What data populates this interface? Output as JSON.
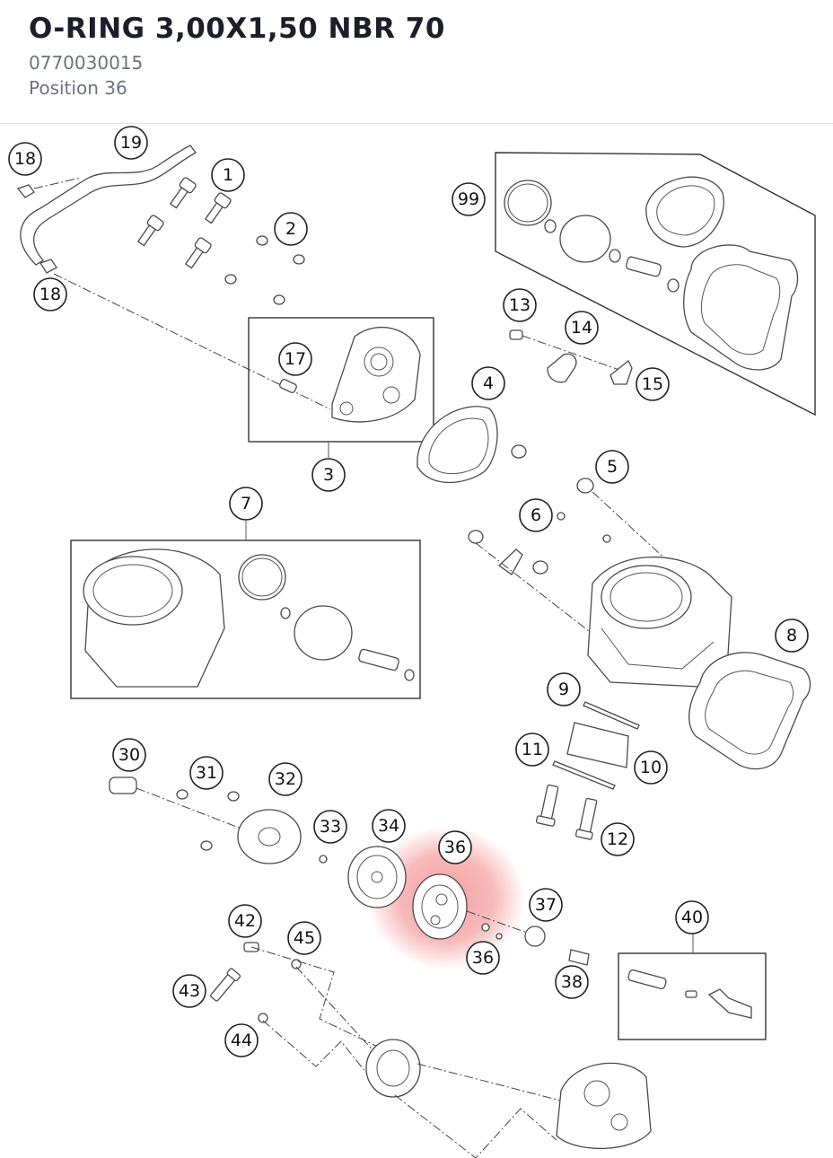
{
  "header": {
    "title": "O-RING 3,00X1,50 NBR 70",
    "part_number": "0770030015",
    "position": "Position 36"
  },
  "colors": {
    "highlight": "#f08080",
    "accent_text": "#1b1f2a",
    "muted_text": "#6b7380"
  },
  "callouts": {
    "c1": "1",
    "c2": "2",
    "c3": "3",
    "c4": "4",
    "c5": "5",
    "c6": "6",
    "c7": "7",
    "c8": "8",
    "c9": "9",
    "c10": "10",
    "c11": "11",
    "c12": "12",
    "c13": "13",
    "c14": "14",
    "c15": "15",
    "c17": "17",
    "c18a": "18",
    "c18b": "18",
    "c19": "19",
    "c30": "30",
    "c31": "31",
    "c32": "32",
    "c33": "33",
    "c34": "34",
    "c36a": "36",
    "c36b": "36",
    "c37": "37",
    "c38": "38",
    "c40": "40",
    "c42": "42",
    "c43": "43",
    "c44": "44",
    "c45": "45",
    "c99": "99"
  }
}
